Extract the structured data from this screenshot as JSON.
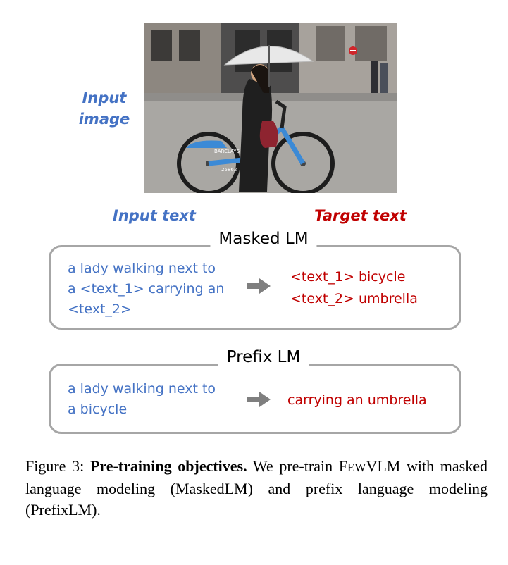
{
  "labels": {
    "input_image": "Input image",
    "input_text": "Input text",
    "target_text": "Target text"
  },
  "masked_lm": {
    "title": "Masked LM",
    "input_lines": [
      "a lady walking next to",
      "a <text_1> carrying an",
      "<text_2>"
    ],
    "target_lines": [
      "<text_1> bicycle",
      "<text_2> umbrella"
    ]
  },
  "prefix_lm": {
    "title": "Prefix LM",
    "input_lines": [
      "a lady walking next to",
      "a bicycle"
    ],
    "target_lines": [
      "carrying an umbrella"
    ]
  },
  "photo": {
    "sign_text": "BARCLAYS",
    "number_text": "25862"
  },
  "caption": {
    "prefix": "Figure 3:",
    "bold": "Pre-training objectives.",
    "text_before_model": " We pre-train ",
    "model_first": "F",
    "model_small": "EW",
    "model_rest": "VLM",
    "text_after_model": " with masked language modeling (MaskedLM) and prefix language modeling (PrefixLM)."
  },
  "colors": {
    "input_blue": "#4472c4",
    "target_red": "#c00000",
    "box_border": "#a6a6a6",
    "arrow_gray": "#7f7f7f"
  }
}
